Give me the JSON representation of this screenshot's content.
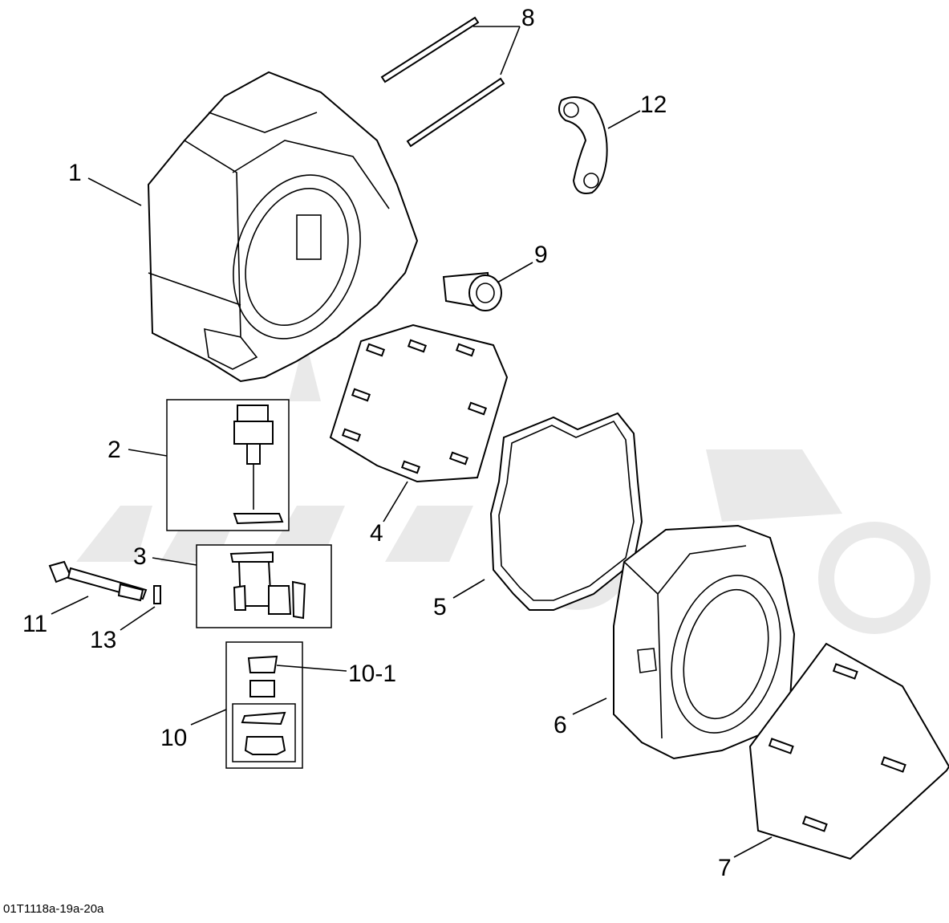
{
  "diagram": {
    "callouts": {
      "c1": "1",
      "c2": "2",
      "c3": "3",
      "c4": "4",
      "c5": "5",
      "c6": "6",
      "c7": "7",
      "c8": "8",
      "c9": "9",
      "c10": "10",
      "c10_1": "10-1",
      "c11": "11",
      "c12": "12",
      "c13": "13"
    },
    "reference_code": "01T1118a-19a-20a"
  }
}
